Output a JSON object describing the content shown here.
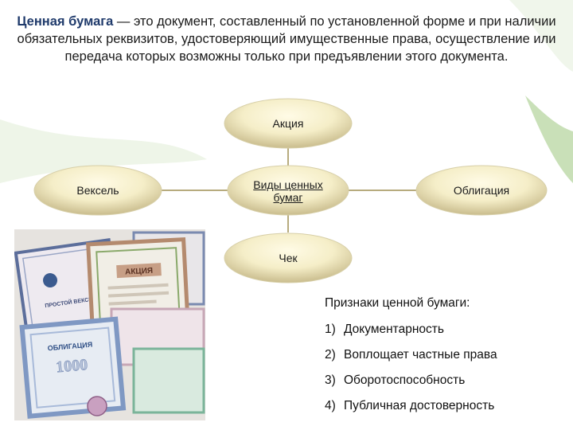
{
  "definition": {
    "term": "Ценная бумага",
    "text": " — это документ, составленный по установленной форме и при наличии обязательных реквизитов, удостоверяющий имущественные права, осуществление или передача которых возможны только при предъявлении этого документа."
  },
  "diagram": {
    "center": "Виды ценных бумаг",
    "top": "Акция",
    "left": "Вексель",
    "right": "Облигация",
    "bottom": "Чек"
  },
  "photo": {
    "cert_labels": [
      "ПРОСТОЙ ВЕКСЕЛЬ",
      "АКЦИЯ",
      "ОБЛИГАЦИЯ",
      "1000"
    ]
  },
  "signs": {
    "title": "Признаки ценной бумаги:",
    "items": [
      {
        "num": "1)",
        "text": "Документарность"
      },
      {
        "num": "2)",
        "text": "Воплощает частные права"
      },
      {
        "num": "3)",
        "text": "Оборотоспособность"
      },
      {
        "num": "4)",
        "text": "Публичная достоверность"
      }
    ]
  },
  "colors": {
    "node_light": "#fbf7d8",
    "node_dark": "#c7b98a",
    "line": "#b7ab7e",
    "accent_green": "#a9c89a"
  }
}
